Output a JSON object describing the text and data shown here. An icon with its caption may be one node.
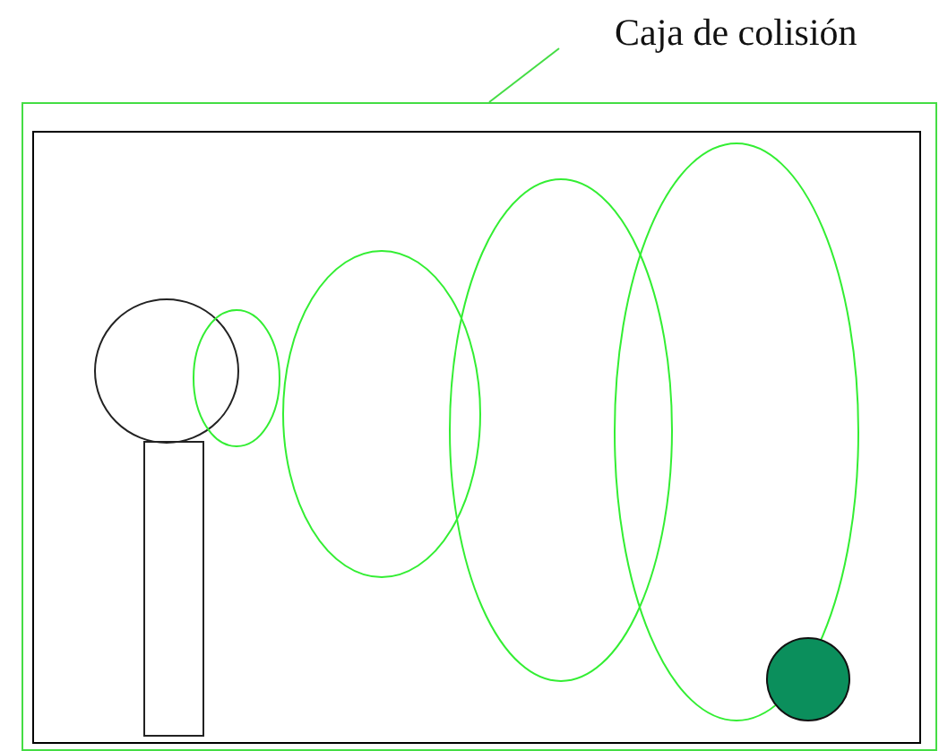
{
  "diagram": {
    "nodes": [
      {
        "text": [
          "Caja de colisión"
        ]
      },
      {
        "text": [],
        "shape": "box"
      }
    ],
    "edges": [
      {
        "from": 0,
        "to": 1,
        "arrow": "none"
      }
    ]
  }
}
